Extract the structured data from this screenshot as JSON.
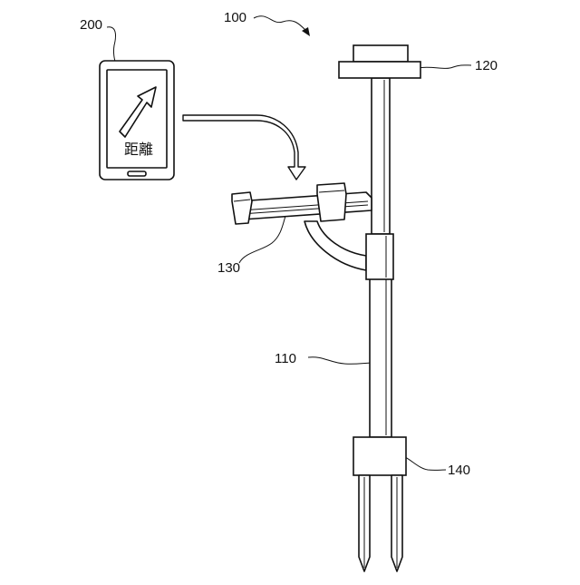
{
  "labels": {
    "system": "100",
    "pole": "110",
    "top_cap": "120",
    "holder": "130",
    "base_clamp": "140",
    "device": "200"
  },
  "device_screen_text": "距離"
}
